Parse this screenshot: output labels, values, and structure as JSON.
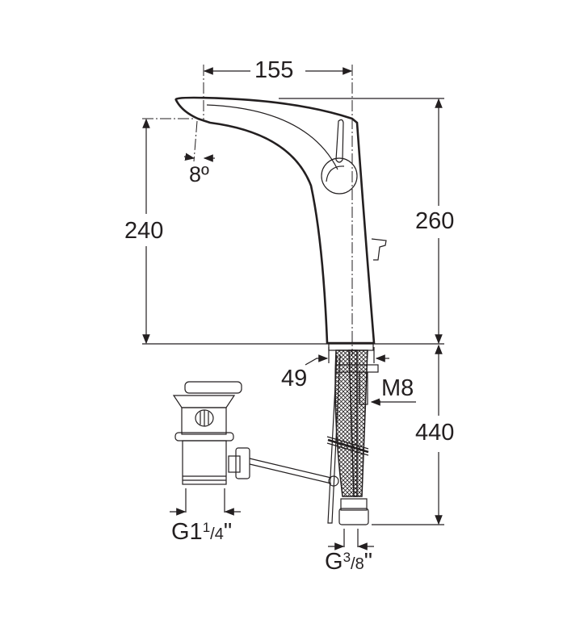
{
  "dimensions": {
    "spout_reach": "155",
    "spout_angle": "8º",
    "spout_height": "240",
    "total_height": "260",
    "body_diameter": "49",
    "fixing_thread": "M8",
    "hose_length": "440",
    "waste_thread": {
      "prefix": "G1",
      "fraction_num": "1",
      "fraction_den": "/4",
      "suffix": "\""
    },
    "hose_thread": {
      "prefix": "G",
      "fraction_num": "3",
      "fraction_den": "/8",
      "suffix": "\""
    }
  },
  "colors": {
    "line": "#231f20",
    "background": "#ffffff"
  }
}
